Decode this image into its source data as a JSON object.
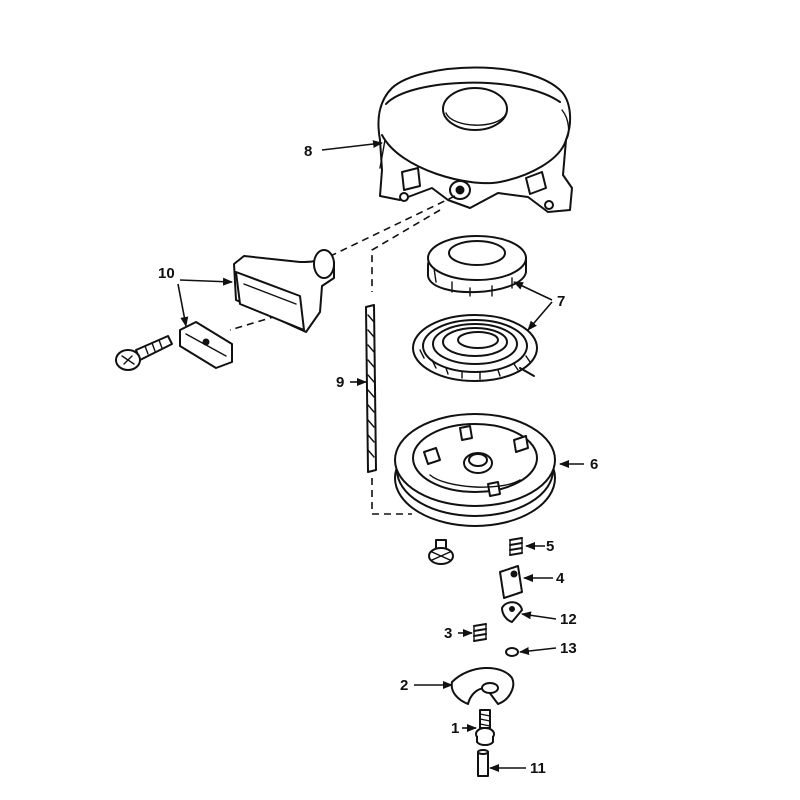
{
  "colors": {
    "ink": "#111111",
    "background": "#ffffff"
  },
  "labels": {
    "l1": "1",
    "l2": "2",
    "l3": "3",
    "l4": "4",
    "l5": "5",
    "l6": "6",
    "l7": "7",
    "l8": "8",
    "l9": "9",
    "l10": "10",
    "l11": "11",
    "l12": "12",
    "l13": "13"
  }
}
